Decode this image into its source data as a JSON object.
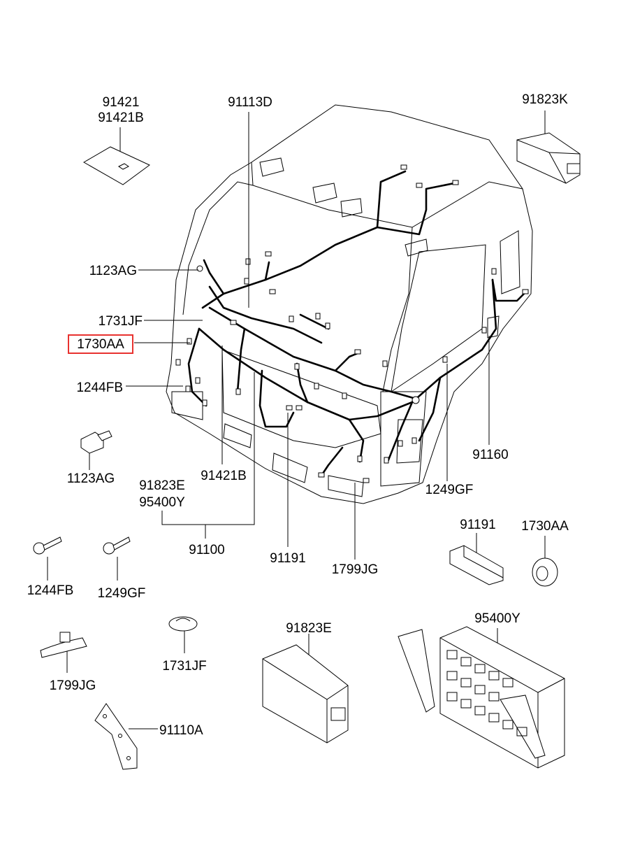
{
  "labels": {
    "p91421": "91421",
    "p91421b_top": "91421B",
    "p91113d": "91113D",
    "p91823k": "91823K",
    "p1123ag_top": "1123AG",
    "p1731jf_top": "1731JF",
    "p1730aa_left": "1730AA",
    "p1244fb_top": "1244FB",
    "p1123ag_bottom": "1123AG",
    "p91421b_bottom": "91421B",
    "p91823e_mid": "91823E",
    "p95400y_mid": "95400Y",
    "p91160": "91160",
    "p1249gf_right": "1249GF",
    "p91100": "91100",
    "p91191_mid": "91191",
    "p1799jg_mid": "1799JG",
    "p91191_right": "91191",
    "p1730aa_right": "1730AA",
    "p1244fb_bottom": "1244FB",
    "p1249gf_bottom": "1249GF",
    "p91823e_bottom": "91823E",
    "p95400y_bottom": "95400Y",
    "p1799jg_bottom": "1799JG",
    "p1731jf_bottom": "1731JF",
    "p91110a": "91110A"
  },
  "highlighted_part": "1730AA",
  "highlight_color": "#e8322f"
}
